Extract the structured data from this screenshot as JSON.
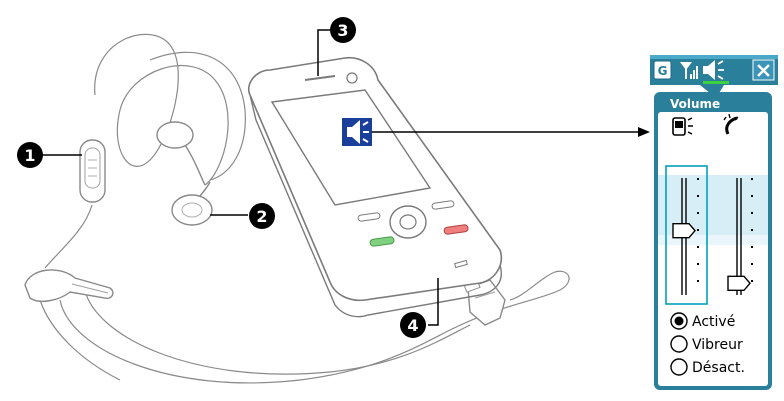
{
  "callouts": [
    {
      "number": "1",
      "label": "headset-controller"
    },
    {
      "number": "2",
      "label": "earphone"
    },
    {
      "number": "3",
      "label": "phone-top"
    },
    {
      "number": "4",
      "label": "sync-connector"
    }
  ],
  "title_bar": {
    "g_icon": "G",
    "signal_icon": "signal-icon",
    "speaker_icon": "speaker-icon",
    "close_icon": "close-icon"
  },
  "volume_panel": {
    "title": "Volume",
    "system_icon": "device-speaker-icon",
    "ringer_icon": "phone-ring-icon",
    "system_level": 0.55,
    "ringer_level": 0.1,
    "options": [
      {
        "label": "Activé",
        "selected": true
      },
      {
        "label": "Vibreur",
        "selected": false
      },
      {
        "label": "Désact.",
        "selected": false
      }
    ]
  },
  "colors": {
    "callout_bg": "#000000",
    "titlebar_bg": "#2a7f9a",
    "panel_header": "#3b8fb0",
    "panel_bg": "#ffffff",
    "accent": "#00a0c0",
    "arrow": "#000000"
  }
}
